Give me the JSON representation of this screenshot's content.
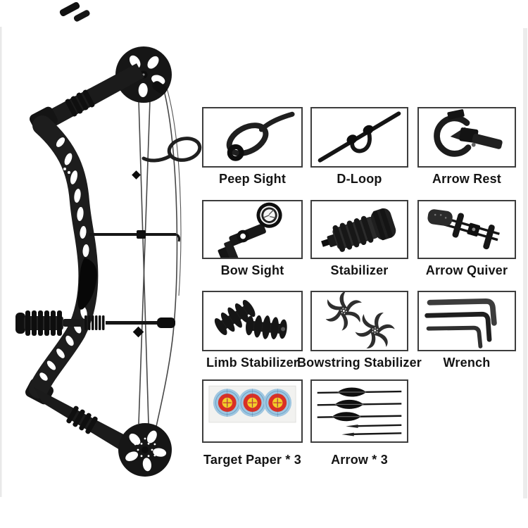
{
  "accessories": [
    {
      "id": "peep-sight",
      "label": "Peep Sight"
    },
    {
      "id": "d-loop",
      "label": "D-Loop"
    },
    {
      "id": "arrow-rest",
      "label": "Arrow Rest"
    },
    {
      "id": "bow-sight",
      "label": "Bow Sight"
    },
    {
      "id": "stabilizer",
      "label": "Stabilizer"
    },
    {
      "id": "arrow-quiver",
      "label": "Arrow Quiver"
    },
    {
      "id": "limb-stabilizer",
      "label": "Limb Stabilizer"
    },
    {
      "id": "bowstring-stabilizer",
      "label": "Bowstring Stabilizer"
    },
    {
      "id": "wrench",
      "label": "Wrench"
    },
    {
      "id": "target-paper",
      "label": "Target Paper * 3"
    },
    {
      "id": "arrow",
      "label": "Arrow * 3"
    }
  ],
  "colors": {
    "frame_border": "#3d3d3d",
    "label_text": "#141414",
    "item_black": "#1a1a1a",
    "target_blue": "#9fc6e0",
    "target_red": "#d93025",
    "target_yellow": "#f2d02a",
    "paper_strip": "#f2f2f0"
  }
}
